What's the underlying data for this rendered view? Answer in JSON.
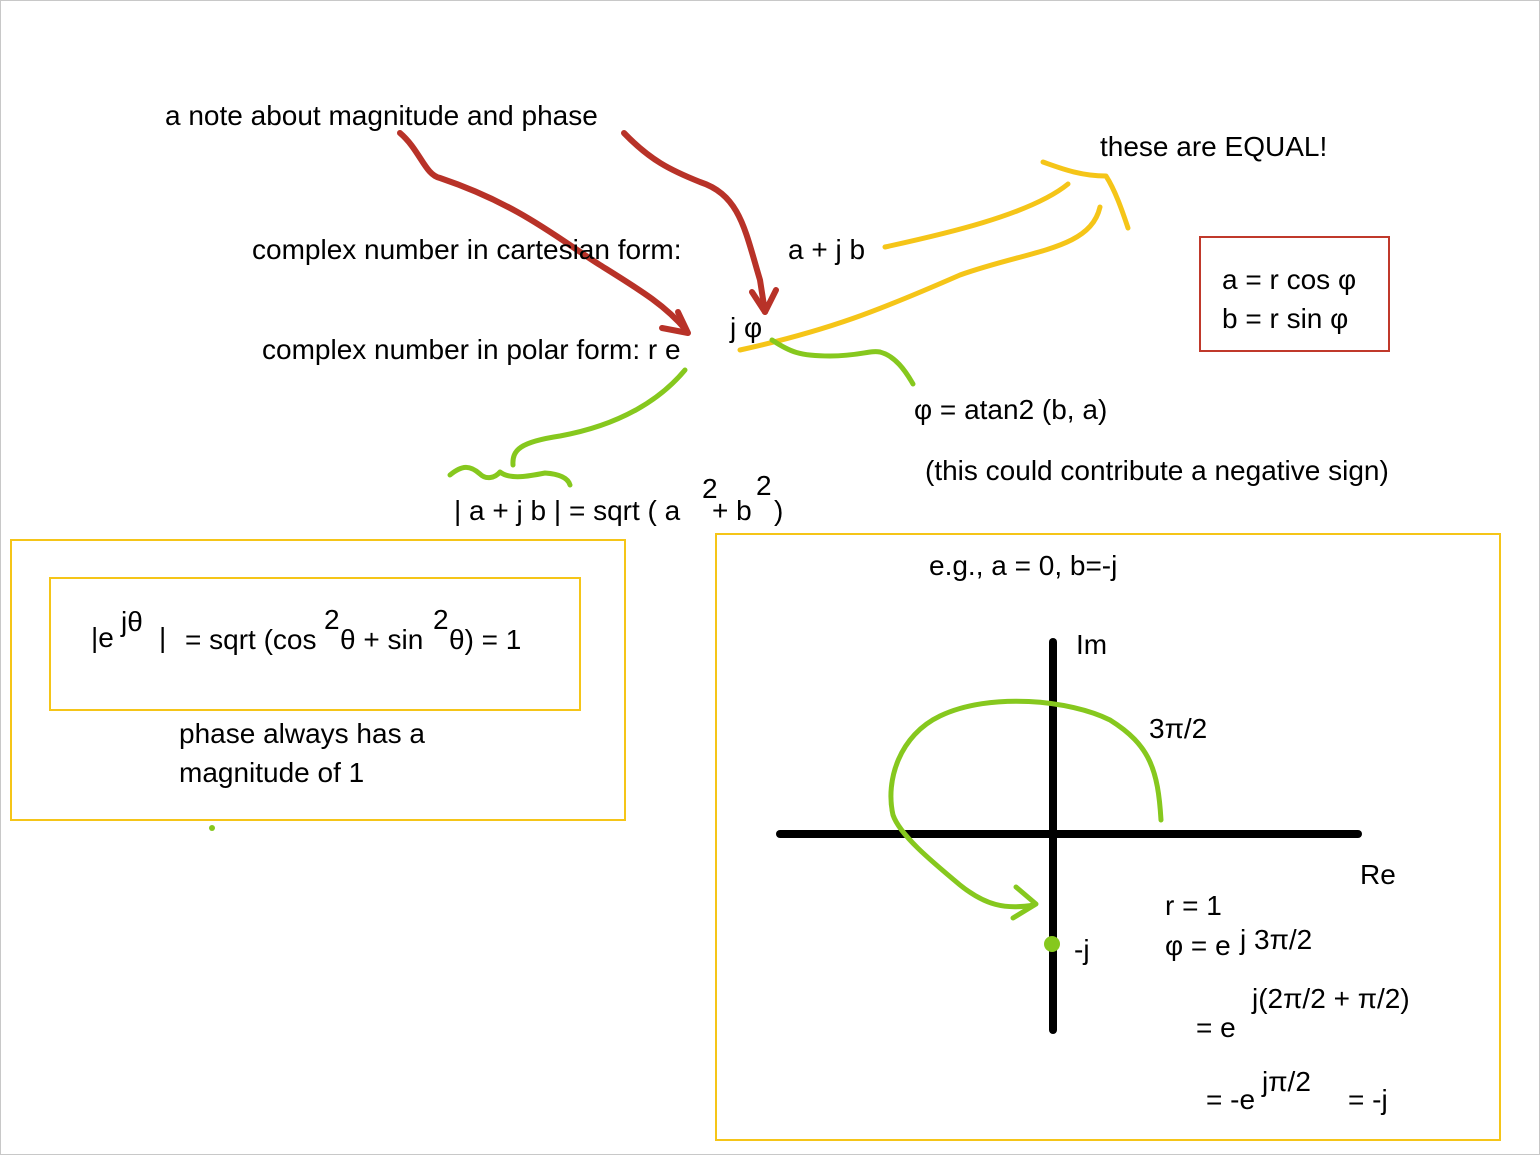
{
  "notes": {
    "title": "a note about magnitude and phase",
    "cartesian_label": "complex number in cartesian form:",
    "cartesian_expr": "a + j b",
    "polar_label": "complex number in polar form: r e",
    "polar_exponent": "j φ",
    "equal_note": "these are EQUAL!",
    "a_eq": "a = r cos φ",
    "b_eq": "b = r sin φ",
    "phi_eq": "φ = atan2 (b, a)",
    "neg_sign_note": "(this could contribute a negative sign)",
    "mag_lhs": "| a + j b | = sqrt ( a",
    "mag_sq1": "2",
    "mag_mid": "+ b",
    "mag_sq2": "2",
    "mag_rhs": ")"
  },
  "phase_box": {
    "lhs_bar": "|e",
    "lhs_exp": "jθ",
    "lhs_close": "|",
    "rhs_a": "= sqrt (cos",
    "sq_a": "2",
    "rhs_b": "θ  + sin",
    "sq_b": "2",
    "rhs_c": "θ) = 1",
    "caption_line1": "phase always has a",
    "caption_line2": "magnitude of 1"
  },
  "example_box": {
    "heading": "e.g., a = 0, b=-j",
    "axis_im": "Im",
    "axis_re": "Re",
    "angle_label": "3π/2",
    "point_label": "-j",
    "r_eq": "r = 1",
    "phi_base": "φ = e",
    "phi_exp": "j 3π/2",
    "line2_base": "= e",
    "line2_exp": "j(2π/2 + π/2)",
    "line3_base": "= -e",
    "line3_exp": "jπ/2",
    "line3_result": "= -j"
  },
  "colors": {
    "red_ink": "#b83228",
    "yellow_ink": "#f5c518",
    "green_ink": "#86c81e",
    "axis": "#000000"
  }
}
